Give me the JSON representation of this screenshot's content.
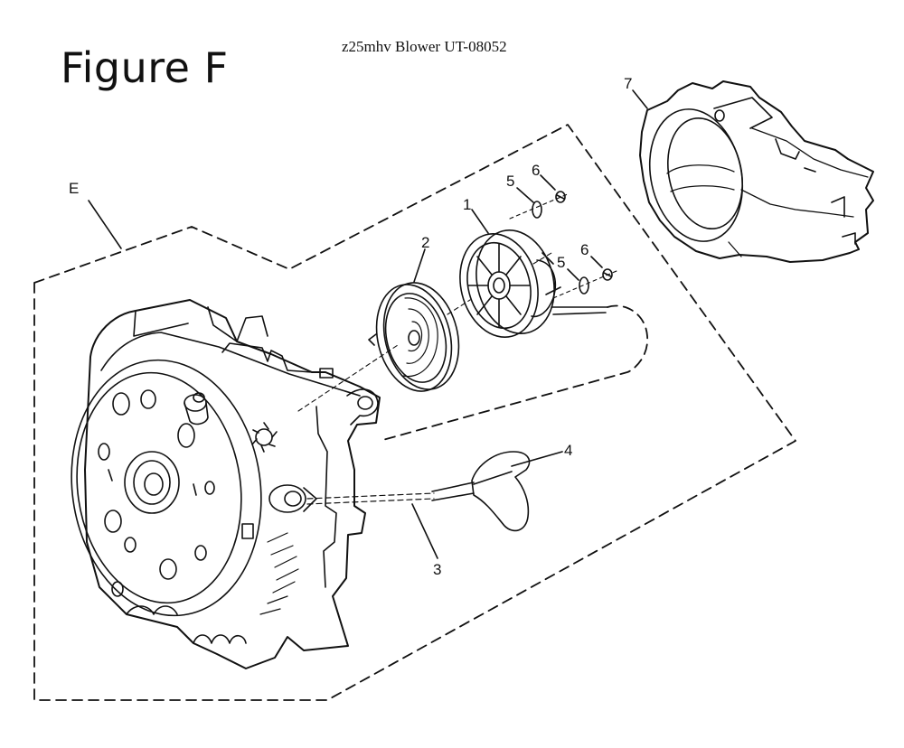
{
  "header": {
    "figure_label": "Figure F",
    "model_label": "z25mhv Blower UT-08052"
  },
  "callouts": {
    "e": "E",
    "p1": "1",
    "p2": "2",
    "p3": "3",
    "p4": "4",
    "p5a": "5",
    "p6a": "6",
    "p5b": "5",
    "p6b": "6",
    "p7": "7"
  },
  "colors": {
    "ink": "#111111",
    "background": "#ffffff"
  }
}
